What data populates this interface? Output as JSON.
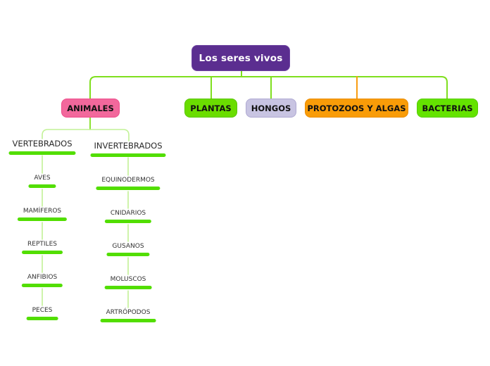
{
  "root": {
    "label": "Los seres vivos",
    "fill": "#5b2e90",
    "border": "#6f46a2",
    "text_color": "#ffffff"
  },
  "categories": [
    {
      "label": "ANIMALES",
      "fill": "#f2689c",
      "border": "#ee4c8b"
    },
    {
      "label": "PLANTAS",
      "fill": "#6add00",
      "border": "#58c500"
    },
    {
      "label": "HONGOS",
      "fill": "#c8c4e2",
      "border": "#aea8d2"
    },
    {
      "label": "PROTOZOOS Y ALGAS",
      "fill": "#f99c08",
      "border": "#ea8c00"
    },
    {
      "label": "BACTERIAS",
      "fill": "#64e300",
      "border": "#56cc00"
    }
  ],
  "branches": [
    {
      "label": "VERTEBRADOS",
      "items": [
        "AVES",
        "MAMÍFEROS",
        "REPTILES",
        "ANFIBIOS",
        "PECES"
      ]
    },
    {
      "label": "INVERTEBRADOS",
      "items": [
        "EQUINODERMOS",
        "CNIDARIOS",
        "GUSANOS",
        "MOLUSCOS",
        "ARTRÓPODOS"
      ]
    }
  ],
  "colors": {
    "edge_green": "#7fdf1e",
    "edge_pale": "#c2f296",
    "edge_orange": "#f99d11",
    "bar_green": "#52de00",
    "canvas_bg": "#ffffff"
  }
}
